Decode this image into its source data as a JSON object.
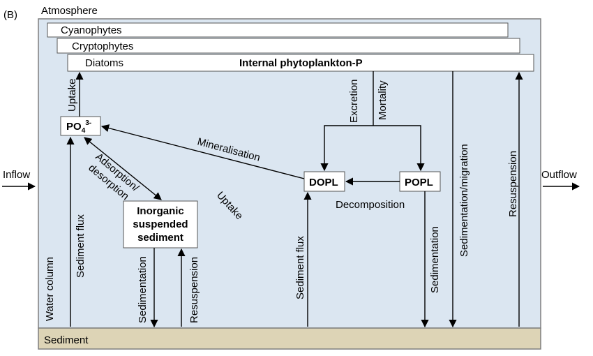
{
  "panel_label": "(B)",
  "atmosphere": "Atmosphere",
  "water_column": "Water column",
  "sediment": "Sediment",
  "inflow": "Inflow",
  "outflow": "Outflow",
  "phytoplankton": {
    "cyanophytes": "Cyanophytes",
    "cryptophytes": "Cryptophytes",
    "diatoms": "Diatoms",
    "internal_p": "Internal phytoplankton-P"
  },
  "boxes": {
    "po4": "PO",
    "po4_sub": "4",
    "po4_sup": "3-",
    "dopl": "DOPL",
    "popl": "POPL",
    "inorganic_line1": "Inorganic",
    "inorganic_line2": "suspended",
    "inorganic_line3": "sediment"
  },
  "processes": {
    "uptake_vertical": "Uptake",
    "uptake_diagonal": "Uptake",
    "excretion": "Excretion",
    "mortality": "Mortality",
    "mineralisation": "Mineralisation",
    "adsorption_line1": "Adsorption/",
    "adsorption_line2": "desorption",
    "decomposition": "Decomposition",
    "sediment_flux_left": "Sediment flux",
    "sediment_flux_mid": "Sediment flux",
    "sedimentation_inorg": "Sedimentation",
    "resuspension_inorg": "Resuspension",
    "sedimentation_popl": "Sedimentation",
    "sedimentation_migration": "Sedimentation/migration",
    "resuspension_right": "Resuspension"
  },
  "colors": {
    "water": "#dbe6f1",
    "sediment": "#ddd4b6",
    "border": "#7f7f7f",
    "arrow": "#000000"
  }
}
